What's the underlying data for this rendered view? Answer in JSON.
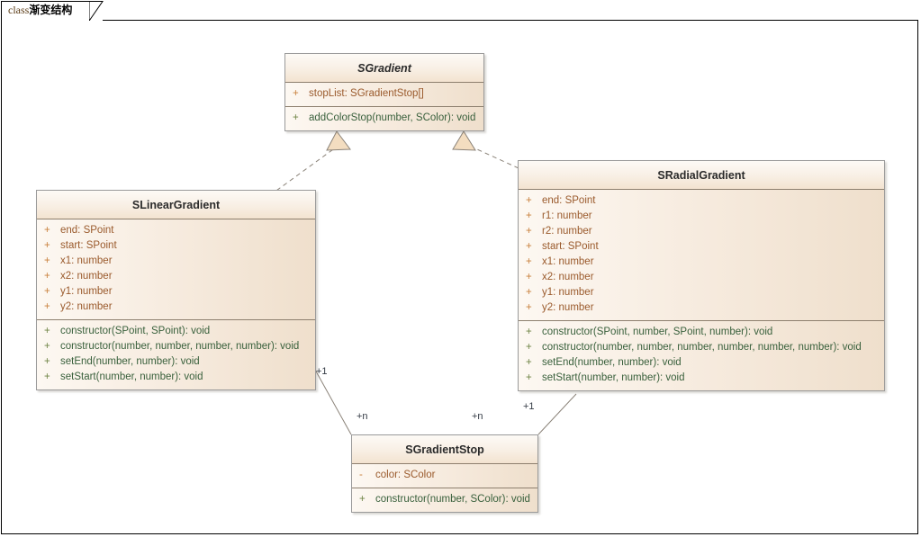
{
  "diagram": {
    "tab": {
      "keyword": "class",
      "name": "渐变结构"
    },
    "type": "uml-class-diagram"
  },
  "classes": {
    "sgradient": {
      "name": "SGradient",
      "abstract": true,
      "attributes": [
        {
          "visibility": "+",
          "text": "stopList: SGradientStop[]"
        }
      ],
      "methods": [
        {
          "visibility": "+",
          "text": "addColorStop(number, SColor): void"
        }
      ]
    },
    "slineargradient": {
      "name": "SLinearGradient",
      "abstract": false,
      "attributes": [
        {
          "visibility": "+",
          "text": "end: SPoint"
        },
        {
          "visibility": "+",
          "text": "start: SPoint"
        },
        {
          "visibility": "+",
          "text": "x1: number"
        },
        {
          "visibility": "+",
          "text": "x2: number"
        },
        {
          "visibility": "+",
          "text": "y1: number"
        },
        {
          "visibility": "+",
          "text": "y2: number"
        }
      ],
      "methods": [
        {
          "visibility": "+",
          "text": "constructor(SPoint, SPoint): void"
        },
        {
          "visibility": "+",
          "text": "constructor(number, number, number, number): void"
        },
        {
          "visibility": "+",
          "text": "setEnd(number, number): void"
        },
        {
          "visibility": "+",
          "text": "setStart(number, number): void"
        }
      ]
    },
    "sradialgradient": {
      "name": "SRadialGradient",
      "abstract": false,
      "attributes": [
        {
          "visibility": "+",
          "text": "end: SPoint"
        },
        {
          "visibility": "+",
          "text": "r1: number"
        },
        {
          "visibility": "+",
          "text": "r2: number"
        },
        {
          "visibility": "+",
          "text": "start: SPoint"
        },
        {
          "visibility": "+",
          "text": "x1: number"
        },
        {
          "visibility": "+",
          "text": "x2: number"
        },
        {
          "visibility": "+",
          "text": "y1: number"
        },
        {
          "visibility": "+",
          "text": "y2: number"
        }
      ],
      "methods": [
        {
          "visibility": "+",
          "text": "constructor(SPoint, number, SPoint, number): void"
        },
        {
          "visibility": "+",
          "text": "constructor(number, number, number, number, number, number): void"
        },
        {
          "visibility": "+",
          "text": "setEnd(number, number): void"
        },
        {
          "visibility": "+",
          "text": "setStart(number, number): void"
        }
      ]
    },
    "sgradientstop": {
      "name": "SGradientStop",
      "abstract": false,
      "attributes": [
        {
          "visibility": "-",
          "text": "color: SColor"
        }
      ],
      "methods": [
        {
          "visibility": "+",
          "text": "constructor(number, SColor): void"
        }
      ]
    }
  },
  "relations": {
    "linear_realizes_gradient": {
      "kind": "realization",
      "from": "SLinearGradient",
      "to": "SGradient"
    },
    "radial_realizes_gradient": {
      "kind": "realization",
      "from": "SRadialGradient",
      "to": "SGradient"
    },
    "linear_stop": {
      "kind": "association",
      "from": "SLinearGradient",
      "to": "SGradientStop",
      "source_multiplicity": "+1",
      "target_multiplicity": "+n"
    },
    "radial_stop": {
      "kind": "association",
      "from": "SRadialGradient",
      "to": "SGradientStop",
      "source_multiplicity": "+1",
      "target_multiplicity": "+n"
    }
  },
  "colors": {
    "box_fill_light": "#fdf8f2",
    "box_fill_dark": "#efdfcc",
    "box_border": "#9a9a9a",
    "section_divider": "#8d7f6e",
    "attribute_text": "#9a5a2c",
    "method_text": "#39603c",
    "arrow_fill": "#f3ddc0",
    "line": "#8a8278",
    "background": "#ffffff"
  }
}
